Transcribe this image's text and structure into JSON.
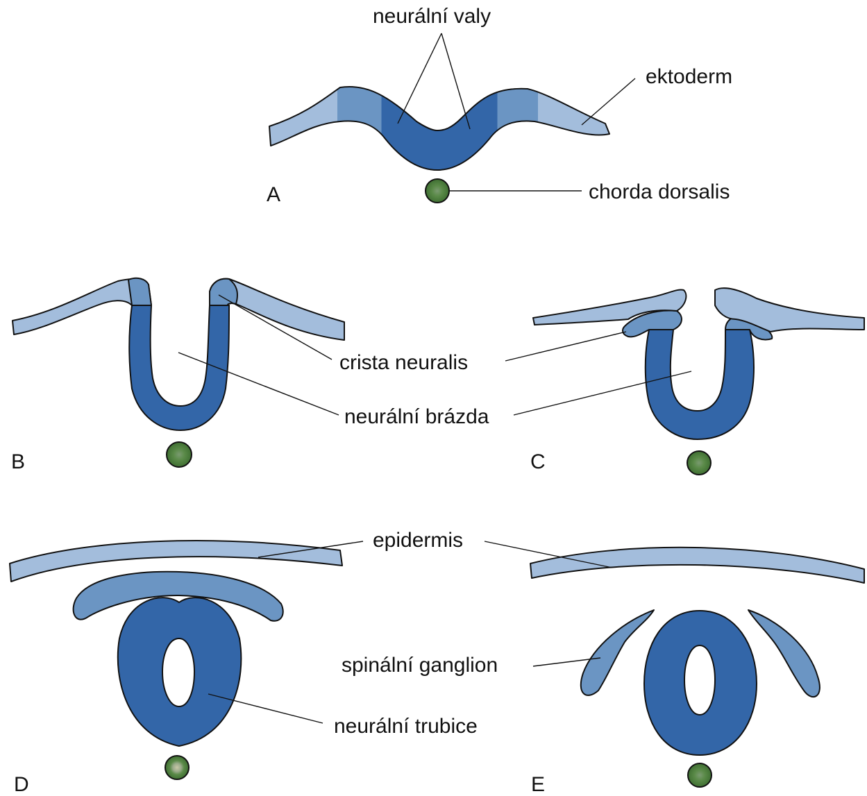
{
  "colors": {
    "ectoderm_light": "#a3bddc",
    "ectoderm_mid": "#6b95c3",
    "neural_dark": "#3366a8",
    "chorda": "#4a7a3a",
    "chorda_core": "#7a9a70",
    "outline": "#111111"
  },
  "labels": {
    "neuralni_valy": "neurální valy",
    "ektoderm": "ektoderm",
    "chorda_dorsalis": "chorda dorsalis",
    "crista_neuralis": "crista neuralis",
    "neuralni_brazda": "neurální brázda",
    "epidermis": "epidermis",
    "spinalni_ganglion": "spinální ganglion",
    "neuralni_trubice": "neurální trubice"
  },
  "panels": {
    "A": "A",
    "B": "B",
    "C": "C",
    "D": "D",
    "E": "E"
  }
}
